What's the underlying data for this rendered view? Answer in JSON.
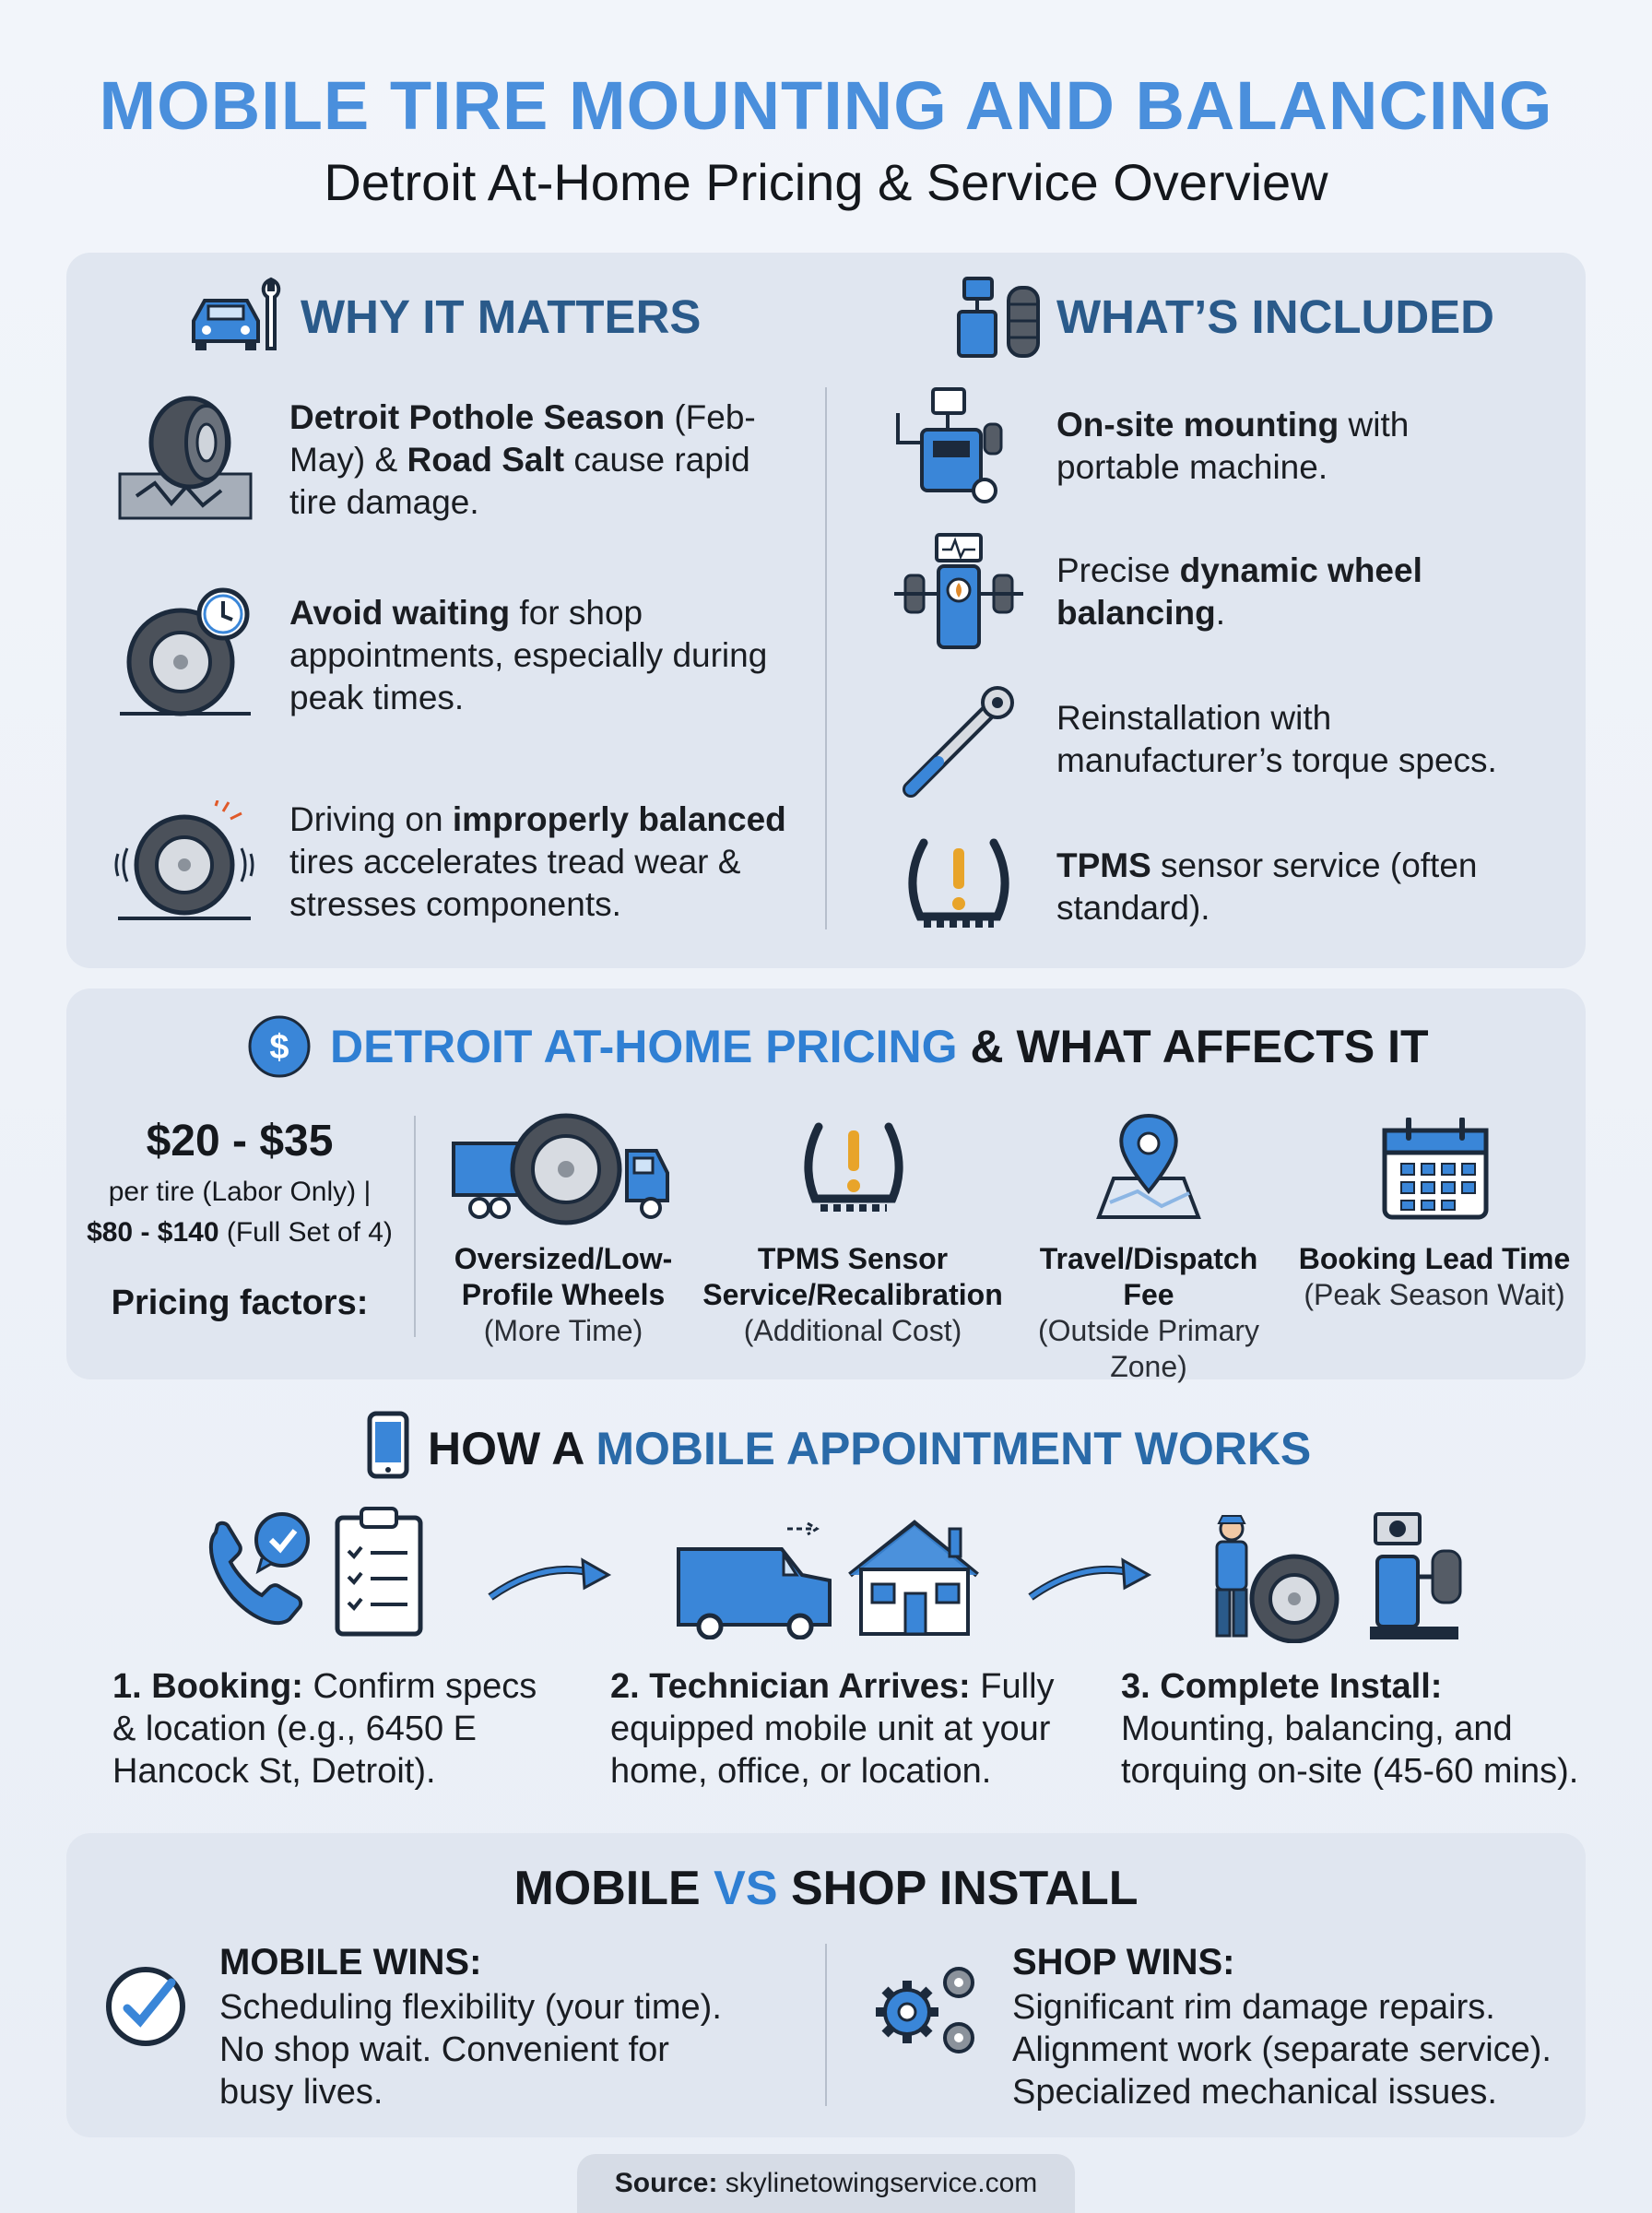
{
  "title": "MOBILE TIRE MOUNTING AND BALANCING",
  "subtitle": "Detroit At-Home Pricing & Service Overview",
  "why": {
    "heading": "WHY IT MATTERS",
    "items": [
      {
        "b1": "Detroit Pothole Season",
        "t1": " (Feb-May) & ",
        "b2": "Road Salt",
        "t2": " cause rapid tire damage."
      },
      {
        "b1": "Avoid waiting",
        "t1": " for shop appointments, especially during peak times."
      },
      {
        "t0": "Driving on ",
        "b1": "improperly balanced",
        "t1": " tires accelerates tread wear & stresses components."
      }
    ]
  },
  "included": {
    "heading": "WHAT’S INCLUDED",
    "items": [
      {
        "b1": "On-site mounting",
        "t1": " with portable machine."
      },
      {
        "t0": "Precise ",
        "b1": "dynamic wheel balancing",
        "t1": "."
      },
      {
        "t0": "Reinstallation with manufacturer’s torque specs."
      },
      {
        "b1": "TPMS",
        "t1": " sensor service (often standard)."
      }
    ]
  },
  "pricing": {
    "heading_blue": "DETROIT AT-HOME PRICING",
    "heading_dark": " & WHAT AFFECTS IT",
    "price_main": "$20 - $35",
    "price_line1": "per tire (Labor Only) |",
    "price_set_bold": "$80 - $140",
    "price_set_rest": " (Full Set of 4)",
    "factors_label": "Pricing factors:",
    "factors": [
      {
        "title": "Oversized/Low-Profile Wheels",
        "sub": "(More Time)"
      },
      {
        "title": "TPMS Sensor Service/Recalibration",
        "sub": "(Additional Cost)"
      },
      {
        "title": "Travel/Dispatch Fee",
        "sub": "(Outside Primary Zone)"
      },
      {
        "title": "Booking Lead Time",
        "sub": "(Peak Season Wait)"
      }
    ]
  },
  "how": {
    "heading_dark": "HOW A ",
    "heading_blue": "MOBILE APPOINTMENT WORKS",
    "steps": [
      {
        "bold": "1. Booking:",
        "text": " Confirm specs & location (e.g., 6450 E Hancock St, Detroit)."
      },
      {
        "bold": "2. Technician Arrives:",
        "text": " Fully equipped mobile unit at your home, office, or location."
      },
      {
        "bold": "3. Complete Install:",
        "text": " Mounting, balancing, and torquing on-site (45-60 mins)."
      }
    ]
  },
  "compare": {
    "h_left": "MOBILE ",
    "h_vs": "VS",
    "h_right": " SHOP INSTALL",
    "mobile_title": "MOBILE WINS:",
    "mobile_text": "Scheduling flexibility (your time). No shop wait. Convenient for busy lives.",
    "shop_title": "SHOP WINS:",
    "shop_text": "Significant rim damage repairs. Alignment work (separate service). Specialized mechanical issues."
  },
  "source": {
    "label": "Source:",
    "value": " skylinetowingservice.com"
  },
  "colors": {
    "accent": "#4a8fdc",
    "heading": "#2a5a8a",
    "panel": "#e0e6f0",
    "icon_blue": "#3a86d8"
  }
}
